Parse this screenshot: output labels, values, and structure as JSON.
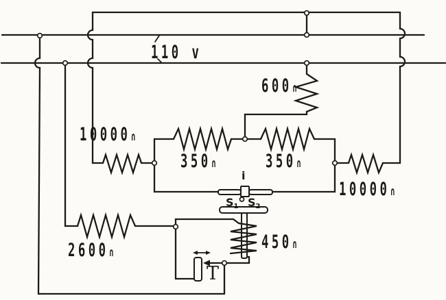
{
  "diagram": {
    "type": "circuit-schematic",
    "subject": "110 v supply feeding a resistor network with vibrating switch contacts S1/S2, a 450-ohm coil and transmitter T",
    "paper_color": "#fcfbf7",
    "ink_color": "#1c1a15",
    "supply": {
      "label": "110 v"
    },
    "resistors": [
      {
        "name": "resistor-600",
        "value": "600",
        "unit": "∩"
      },
      {
        "name": "resistor-10000-left",
        "value": "10000",
        "unit": "∩"
      },
      {
        "name": "resistor-350-left",
        "value": "350",
        "unit": "∩"
      },
      {
        "name": "resistor-350-right",
        "value": "350",
        "unit": "∩"
      },
      {
        "name": "resistor-10000-right",
        "value": "10000",
        "unit": "∩"
      },
      {
        "name": "resistor-2600",
        "value": "2600",
        "unit": "∩"
      },
      {
        "name": "resistor-450-coil",
        "value": "450",
        "unit": "∩"
      }
    ],
    "switch": {
      "s1": {
        "base": "S",
        "sub": "1"
      },
      "s2": {
        "base": "S",
        "sub": "2"
      },
      "indicator": "i"
    },
    "transmitter": {
      "label": "T"
    }
  }
}
